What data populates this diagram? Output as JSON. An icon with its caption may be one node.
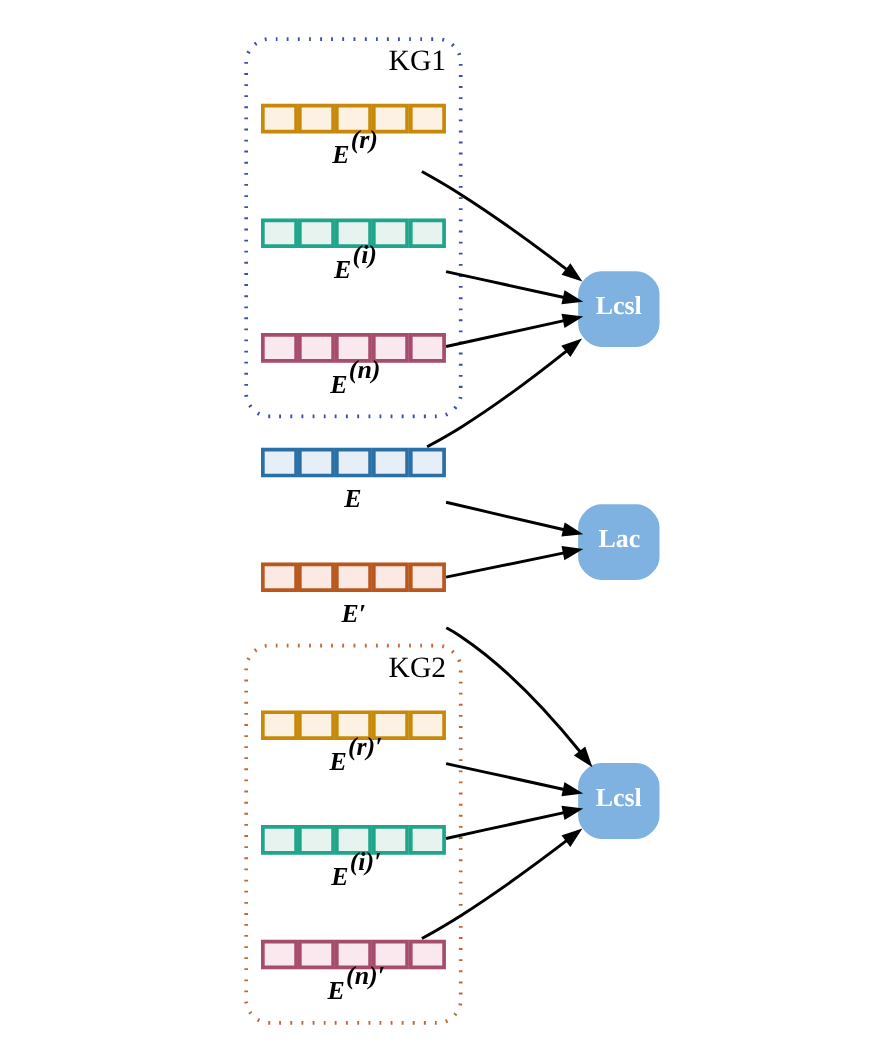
{
  "diagram": {
    "nodes": [
      {
        "text": [
          "KG1"
        ]
      },
      {
        "text": [
          "E$^{(r)}$"
        ],
        "in": 0
      },
      {
        "text": [
          "E$^{(i)}$"
        ],
        "in": 0
      },
      {
        "text": [
          "E$^{(n)}$"
        ],
        "in": 0
      },
      {
        "text": [
          "Lcsl"
        ]
      },
      {
        "text": [
          "E"
        ]
      },
      {
        "text": [
          "Lac"
        ]
      },
      {
        "text": [
          "KG2"
        ]
      },
      {
        "text": [
          "E$^{(r)′}$"
        ],
        "in": 7
      },
      {
        "text": [
          "E$^{(i)′}$"
        ],
        "in": 7
      },
      {
        "text": [
          "E$^{(n)′}$"
        ],
        "in": 7
      },
      {
        "text": [
          "Lcsl"
        ]
      },
      {
        "text": [
          "E′"
        ]
      }
    ],
    "edges": [
      {
        "from": 1,
        "to": 4,
        "arrow": "to"
      },
      {
        "from": 2,
        "to": 4,
        "arrow": "to"
      },
      {
        "from": 3,
        "to": 4,
        "arrow": "to"
      },
      {
        "from": 5,
        "to": 4,
        "arrow": "to"
      },
      {
        "from": 5,
        "to": 6,
        "arrow": "to"
      },
      {
        "from": 12,
        "to": 6,
        "arrow": "to"
      },
      {
        "from": 12,
        "to": 11,
        "arrow": "to"
      },
      {
        "from": 8,
        "to": 11,
        "arrow": "to"
      },
      {
        "from": 9,
        "to": 11,
        "arrow": "to"
      },
      {
        "from": 10,
        "to": 11,
        "arrow": "to"
      }
    ]
  }
}
